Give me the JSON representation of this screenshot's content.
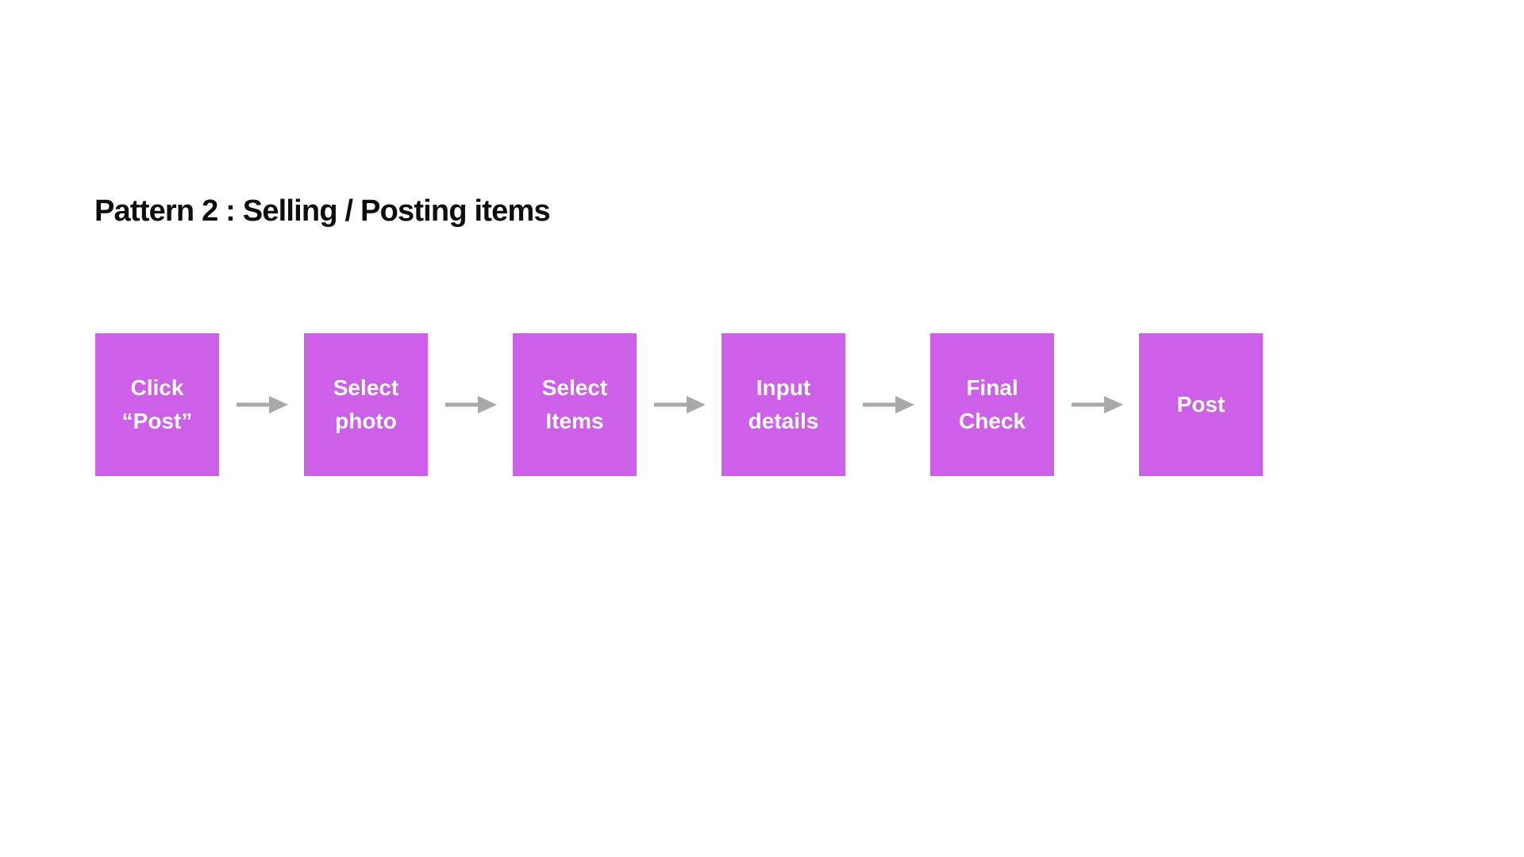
{
  "page": {
    "background_color": "#ffffff",
    "title_color": "#0d0d0d"
  },
  "title": "Pattern 2 : Selling / Posting items",
  "flow": {
    "box_color": "#ce5fe9",
    "label_color": "#ffffff",
    "arrow_color": "#a9a9a9",
    "steps": [
      {
        "label": "Click\n“Post”"
      },
      {
        "label": "Select\nphoto"
      },
      {
        "label": "Select\nItems"
      },
      {
        "label": "Input\ndetails"
      },
      {
        "label": "Final\nCheck"
      },
      {
        "label": "Post"
      }
    ]
  }
}
